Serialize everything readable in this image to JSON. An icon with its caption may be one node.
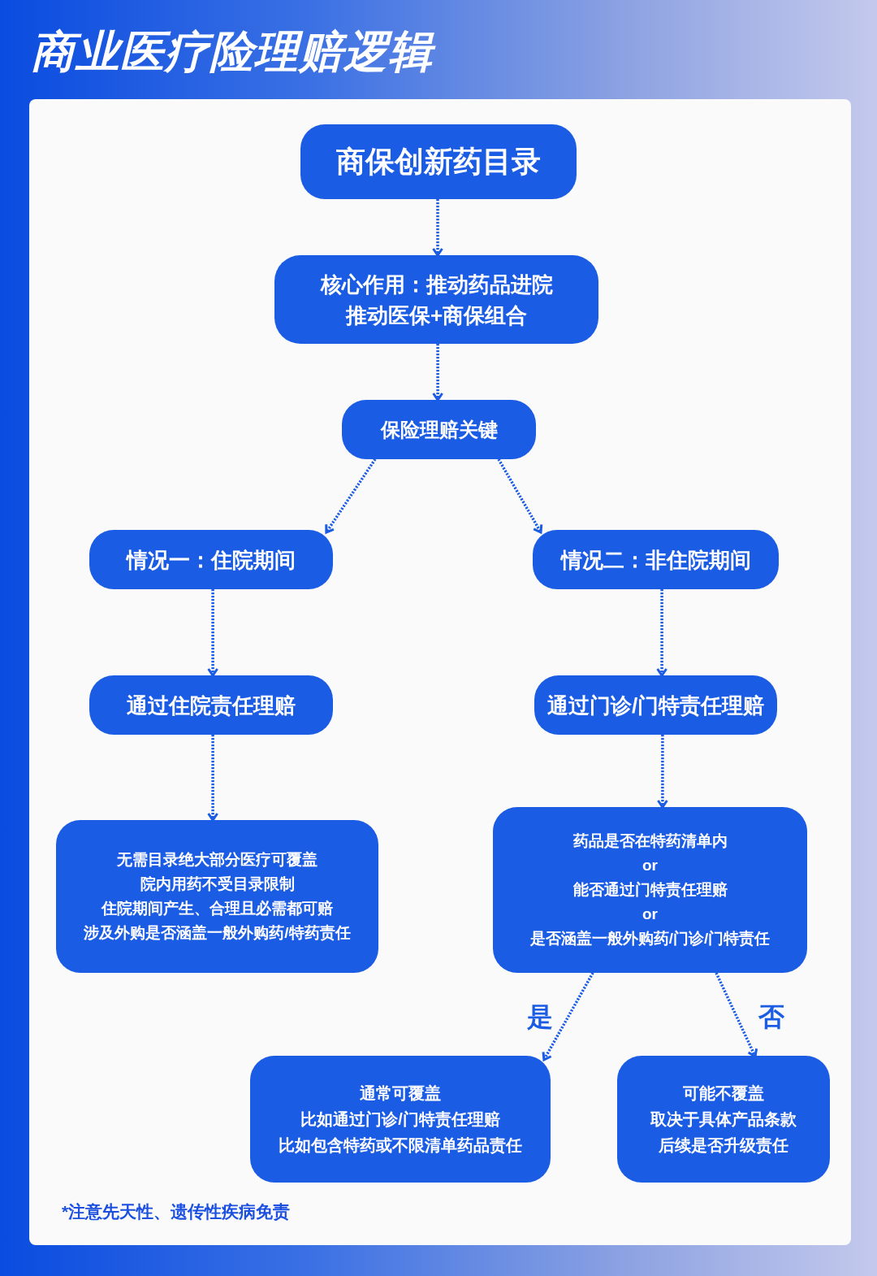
{
  "diagram": {
    "title": "商业医疗险理赔逻辑",
    "nodes": [
      {
        "text": [
          "商保创新药目录"
        ]
      },
      {
        "text": [
          "核心作用：推动药品进院",
          "推动医保+商保组合"
        ]
      },
      {
        "text": [
          "保险理赔关键"
        ]
      },
      {
        "text": [
          "情况一：住院期间"
        ]
      },
      {
        "text": [
          "情况二：非住院期间"
        ]
      },
      {
        "text": [
          "通过住院责任理赔"
        ]
      },
      {
        "text": [
          "通过门诊/门特责任理赔"
        ]
      },
      {
        "text": [
          "无需目录绝大部分医疗可覆盖",
          "院内用药不受目录限制",
          "住院期间产生、合理且必需都可赔",
          "涉及外购是否涵盖一般外购药/特药责任"
        ]
      },
      {
        "text": [
          "药品是否在特药清单内",
          "or",
          "能否通过门特责任理赔",
          "or",
          "是否涵盖一般外购药/门诊/门特责任"
        ]
      },
      {
        "text": [
          "通常可覆盖",
          "比如通过门诊/门特责任理赔",
          "比如包含特药或不限清单药品责任"
        ]
      },
      {
        "text": [
          "可能不覆盖",
          "取决于具体产品条款",
          "后续是否升级责任"
        ]
      }
    ],
    "edges": [
      {
        "from": 0,
        "to": 1,
        "arrow": "to",
        "style": "dashed"
      },
      {
        "from": 1,
        "to": 2,
        "arrow": "to",
        "style": "dashed"
      },
      {
        "from": 2,
        "to": 3,
        "arrow": "to",
        "style": "dashed"
      },
      {
        "from": 2,
        "to": 4,
        "arrow": "to",
        "style": "dashed"
      },
      {
        "from": 3,
        "to": 5,
        "arrow": "to",
        "style": "dashed"
      },
      {
        "from": 4,
        "to": 6,
        "arrow": "to",
        "style": "dashed"
      },
      {
        "from": 5,
        "to": 7,
        "arrow": "to",
        "style": "dashed"
      },
      {
        "from": 6,
        "to": 8,
        "arrow": "to",
        "style": "dashed"
      },
      {
        "from": 8,
        "to": 9,
        "arrow": "to",
        "style": "dashed",
        "label": "是"
      },
      {
        "from": 8,
        "to": 10,
        "arrow": "to",
        "style": "dashed",
        "label": "否"
      }
    ],
    "labels": [
      "*注意先天性、遗传性疾病免责"
    ]
  }
}
